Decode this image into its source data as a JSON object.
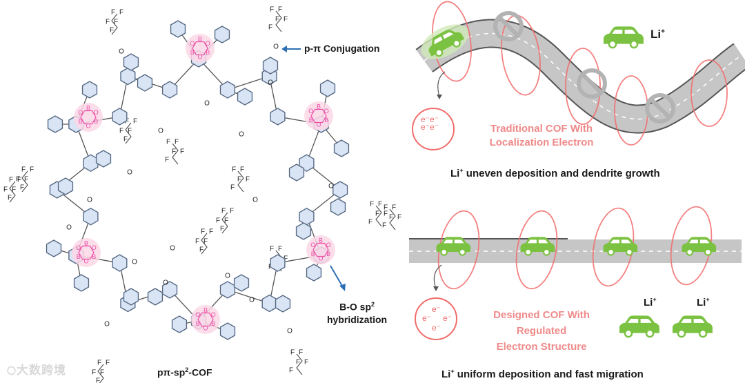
{
  "left": {
    "cof_name": "pπ-sp",
    "cof_name_sup": "2",
    "cof_name_suffix": "-COF",
    "conjugation_label": "p-π Conjugation",
    "hybridization_label_line1": "B-O sp",
    "hybridization_label_sup": "2",
    "hybridization_label_line2": "hybridization",
    "boron_atom": "B",
    "oxygen_atom": "O",
    "fluorine_atom": "F"
  },
  "top_panel": {
    "legend_label": "Li",
    "legend_sup": "+",
    "electron_symbols": [
      "e⁻",
      "e⁻",
      "e⁻",
      "e⁻"
    ],
    "desc_line1": "Traditional COF With",
    "desc_line2": "Localization Electron",
    "caption_prefix": "Li",
    "caption_sup": "+",
    "caption_text": " uneven deposition and dendrite growth"
  },
  "bottom_panel": {
    "electron_symbols": [
      "e⁻",
      "e⁻",
      "e⁻",
      "e⁻"
    ],
    "desc_line1": "Designed COF With",
    "desc_line2": "Regulated",
    "desc_line3": "Electron Structure",
    "li_label_1": "Li",
    "li_label_2": "Li",
    "li_sup": "+",
    "caption_prefix": "Li",
    "caption_sup": "+",
    "caption_text": " uniform deposition and fast migration"
  },
  "watermark": "大数跨境",
  "colors": {
    "car_green": "#7cc242",
    "orbit_red": "#f26b6b",
    "road_gray": "#bdbdbd",
    "boron_pink": "#ec4fa6",
    "benzene_blue": "#7ea3d6",
    "arrow_blue": "#2d6fb4",
    "text_pink": "#f08a8a"
  }
}
